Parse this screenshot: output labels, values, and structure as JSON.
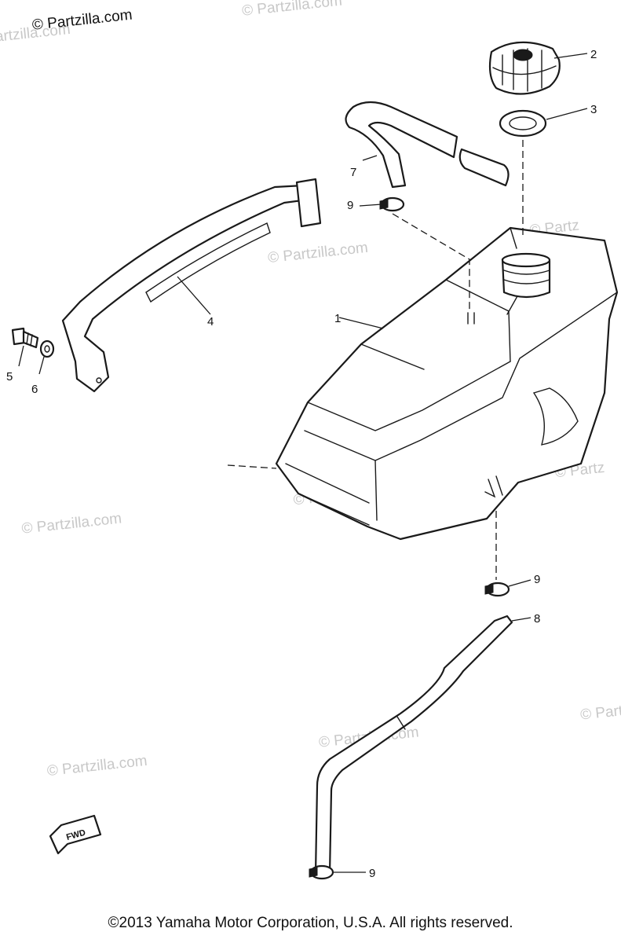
{
  "watermark": "© Partzilla.com",
  "watermark_partial": "© Partz",
  "copyright_note": "© Partzilla.com",
  "callouts": {
    "c1": "1",
    "c2": "2",
    "c3": "3",
    "c4": "4",
    "c5": "5",
    "c6": "6",
    "c7": "7",
    "c8": "8",
    "c9a": "9",
    "c9b": "9",
    "c9c": "9"
  },
  "fwd_label": "FWD",
  "footer": "©2013  Yamaha Motor Corporation, U.S.A. All rights reserved."
}
